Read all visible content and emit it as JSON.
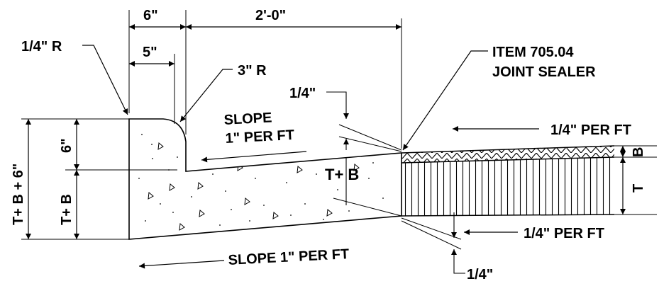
{
  "labels": {
    "dim_6in_top": "6\"",
    "dim_2ft": "2'-0\"",
    "dim_5in": "5\"",
    "radius_quarter": "1/4\" R",
    "radius_3in": "3\" R",
    "item_number": "ITEM 705.04",
    "joint_sealer": "JOINT SEALER",
    "quarter_top": "1/4\"",
    "slope_1": "SLOPE",
    "slope_1_rate": "1\" PER FT",
    "pavement_slope_top": "1/4\" PER FT",
    "pavement_slope_bottom": "1/4\" PER FT",
    "quarter_bottom": "1/4\"",
    "slope_bottom": "SLOPE 1\" PER FT",
    "t_plus_b_center": "T+ B",
    "t_plus_b_plus_6": "T+ B + 6\"",
    "six_in_left": "6\"",
    "t_plus_b_left": "T+ B",
    "b_right": "B",
    "t_right": "T"
  }
}
